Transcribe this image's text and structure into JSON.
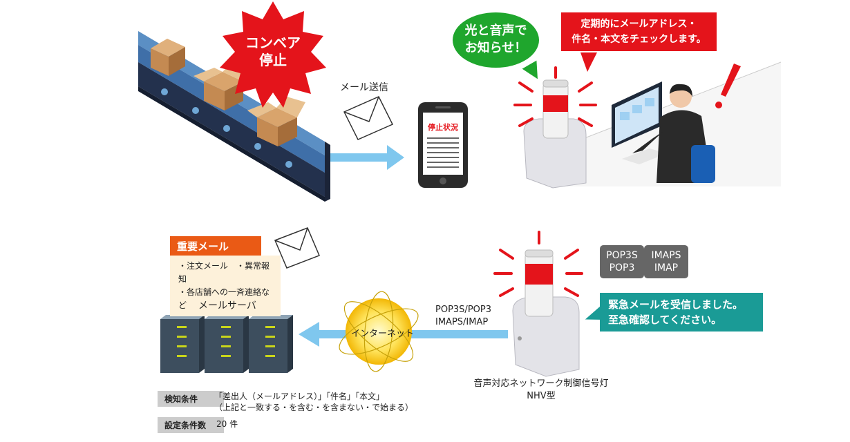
{
  "conveyor": {
    "stop_label_line1": "コンベア",
    "stop_label_line2": "停止"
  },
  "mail_send_label": "メール送信",
  "phone_screen_label": "停止状況",
  "notify_bubble": {
    "line1": "光と音声で",
    "line2": "お知らせ！"
  },
  "check_note": {
    "line1": "定期的にメールアドレス・",
    "line2": "件名・本文をチェックします。"
  },
  "important_mail": {
    "title": "重要メール",
    "items": [
      "・注文メール　・異常報知",
      "・各店舗への一斉連絡など"
    ]
  },
  "mail_server_label": "メールサーバ",
  "internet_label": "インターネット",
  "protocol_text": {
    "line1": "POP3S/POP3",
    "line2": "IMAPS/IMAP"
  },
  "protocol_badges": [
    {
      "line1": "POP3S",
      "line2": "POP3"
    },
    {
      "line1": "IMAPS",
      "line2": "IMAP"
    }
  ],
  "alert_note": {
    "line1": "緊急メールを受信しました。",
    "line2": "至急確認してください。"
  },
  "device_label": {
    "line1": "音声対応ネットワーク制御信号灯",
    "line2": "NHV型"
  },
  "conditions": [
    {
      "label": "検知条件",
      "value_line1": "「差出人（メールアドレス）」「件名」「本文」",
      "value_line2": "（上記と一致する・を含む・を含まない・で始まる）"
    },
    {
      "label": "設定条件数",
      "value_line1": "20 件",
      "value_line2": ""
    }
  ],
  "colors": {
    "red": "#e4141b",
    "green": "#1fa62d",
    "teal": "#1a9b96",
    "orange": "#ea5a15",
    "cream": "#fdf1da",
    "arrow_blue": "#7fc7ee",
    "badge_gray": "#666666"
  }
}
